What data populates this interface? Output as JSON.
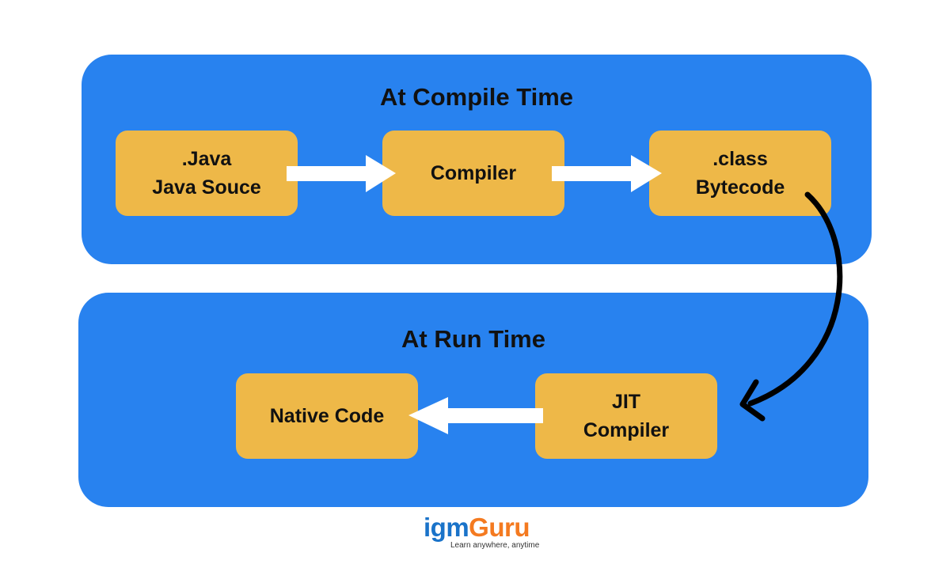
{
  "compile_panel": {
    "title": "At Compile Time",
    "nodes": [
      {
        "line1": ".Java",
        "line2": "Java Souce"
      },
      {
        "line1": "Compiler"
      },
      {
        "line1": ".class",
        "line2": "Bytecode"
      }
    ]
  },
  "run_panel": {
    "title": "At Run Time",
    "nodes": [
      {
        "line1": "Native Code"
      },
      {
        "line1": "JIT",
        "line2": "Compiler"
      }
    ]
  },
  "logo": {
    "part1": "igm",
    "part2": "Guru",
    "tagline": "Learn anywhere, anytime"
  },
  "colors": {
    "panel": "#2882ef",
    "node": "#eeb848",
    "arrow": "#ffffff",
    "connector": "#000000",
    "logo_primary": "#1a73c9",
    "logo_accent": "#f47a20"
  }
}
